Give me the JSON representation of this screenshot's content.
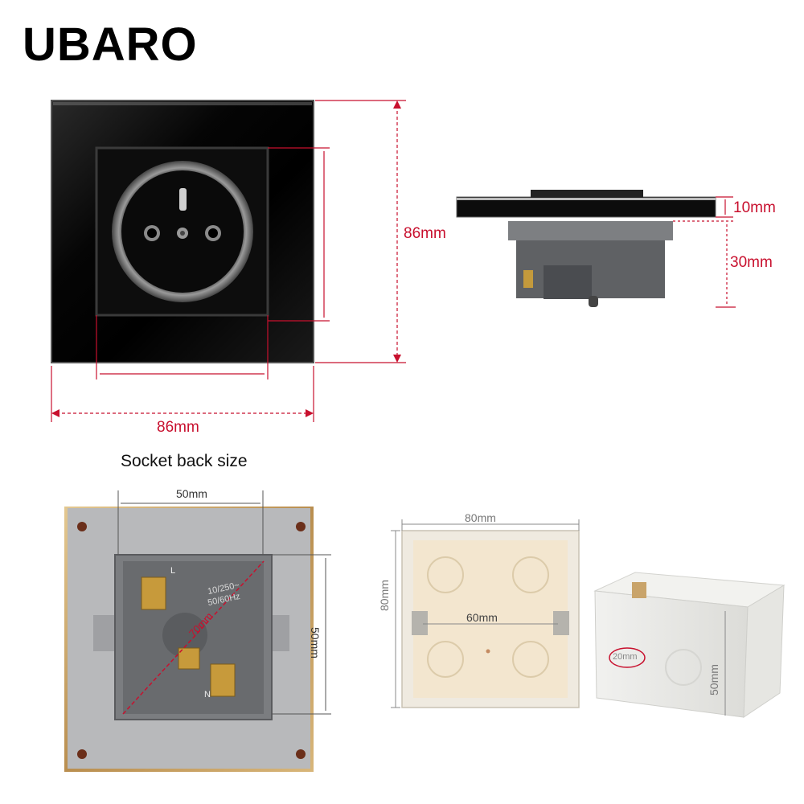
{
  "brand": "UBARO",
  "front_view": {
    "width_label": "86mm",
    "height_label": "86mm"
  },
  "side_view": {
    "plate_thickness_label": "10mm",
    "depth_label": "30mm"
  },
  "back_view": {
    "caption": "Socket back size",
    "width_label": "50mm",
    "height_label": "50mm",
    "diagonal_label": "70mm",
    "marking_line1": "10/250~",
    "marking_line2": "50/60Hz",
    "terminal_l": "L",
    "terminal_n": "N"
  },
  "mounting_box": {
    "width_label": "80mm",
    "height_label": "80mm",
    "screw_spacing_label": "60mm",
    "wall_label": "20mm",
    "depth_label": "50mm"
  },
  "colors": {
    "dimension_line": "#c8102e",
    "plate_black": "#0a0a0a",
    "gold_frame": "#c9a66b",
    "box_beige": "#f3e6cf"
  }
}
